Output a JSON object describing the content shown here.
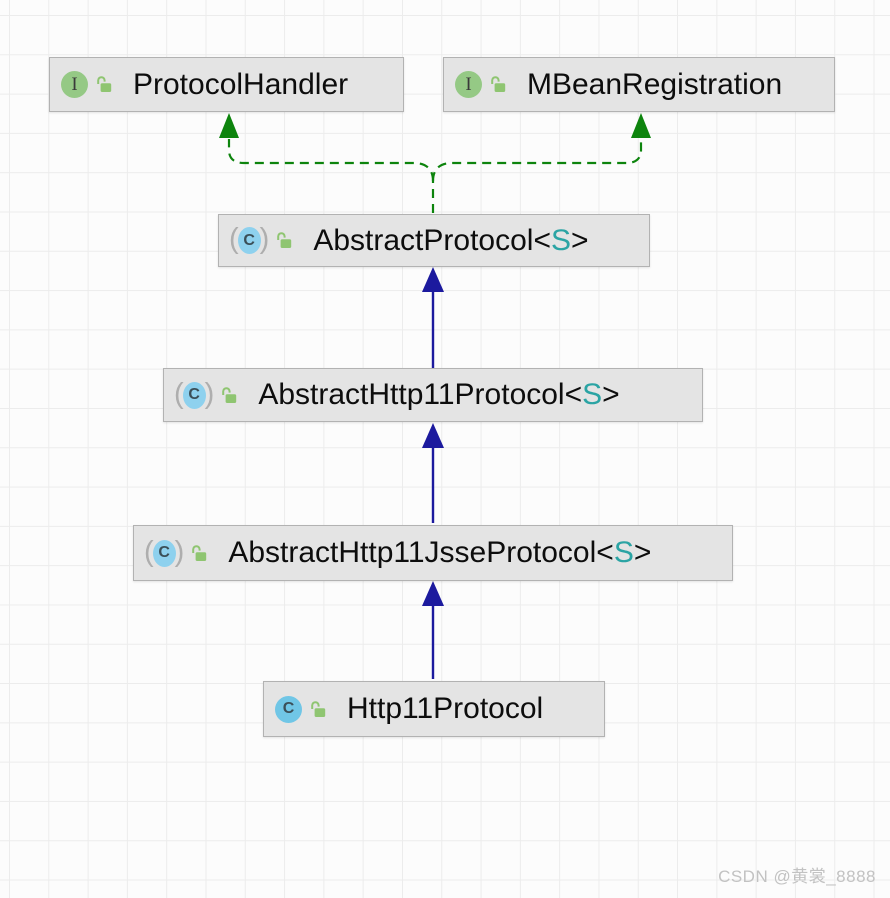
{
  "diagram": {
    "title": "UML class hierarchy diagram (IDE diagram canvas)",
    "nodes": [
      {
        "id": "protocol-handler",
        "name": "ProtocolHandler",
        "tparam": "",
        "kind": "interface",
        "visibility": "public"
      },
      {
        "id": "mbean-registration",
        "name": "MBeanRegistration",
        "tparam": "",
        "kind": "interface",
        "visibility": "public"
      },
      {
        "id": "abstract-protocol",
        "name": "AbstractProtocol",
        "tparam": "S",
        "kind": "abstract-class",
        "visibility": "public"
      },
      {
        "id": "abstract-http11-protocol",
        "name": "AbstractHttp11Protocol",
        "tparam": "S",
        "kind": "abstract-class",
        "visibility": "public"
      },
      {
        "id": "abstract-http11-jsse-protocol",
        "name": "AbstractHttp11JsseProtocol",
        "tparam": "S",
        "kind": "abstract-class",
        "visibility": "public"
      },
      {
        "id": "http11-protocol",
        "name": "Http11Protocol",
        "tparam": "",
        "kind": "class",
        "visibility": "public"
      }
    ],
    "edges": [
      {
        "from": "AbstractProtocol",
        "to": "ProtocolHandler",
        "type": "realization"
      },
      {
        "from": "AbstractProtocol",
        "to": "MBeanRegistration",
        "type": "realization"
      },
      {
        "from": "AbstractHttp11Protocol",
        "to": "AbstractProtocol",
        "type": "generalization"
      },
      {
        "from": "AbstractHttp11JsseProtocol",
        "to": "AbstractHttp11Protocol",
        "type": "generalization"
      },
      {
        "from": "Http11Protocol",
        "to": "AbstractHttp11JsseProtocol",
        "type": "generalization"
      }
    ]
  },
  "syntax": {
    "generic_open": "<",
    "generic_close": ">"
  },
  "icons": {
    "interface_letter": "I",
    "class_letter": "C",
    "abstract_paren_open": "(",
    "abstract_paren_close": ")",
    "lock": "open-lock"
  },
  "colors": {
    "canvas_bg": "#fcfcfc",
    "grid_line": "#ececec",
    "node_fill": "#e4e4e4",
    "node_border": "#b2b2b2",
    "text": "#0d0d0d",
    "type_param": "#2ba4a4",
    "realization_edge": "#0d840d",
    "generalization_edge": "#1c1a9e",
    "interface_icon_bg": "#95c985",
    "interface_letter_color": "#3a3a3a",
    "class_icon_bg": "#70c6e6",
    "abstract_class_icon_bg": "#8ed1ee",
    "class_letter_color": "#3b4f58",
    "paren_color": "#aeaeae",
    "lock_icon": "#8fc571",
    "watermark": "#c2c2c2"
  },
  "watermark": {
    "text": "CSDN @黄裳_8888"
  }
}
